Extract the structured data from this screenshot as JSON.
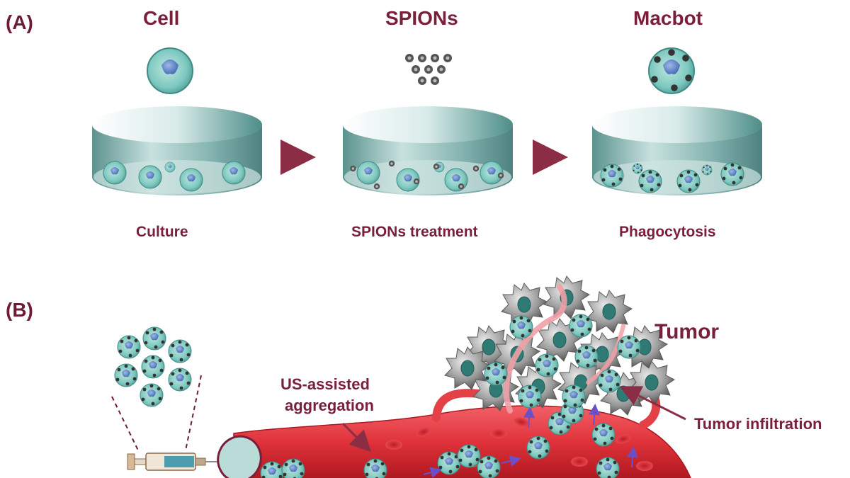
{
  "panel_a": {
    "label": "(A)",
    "stages": [
      {
        "title": "Cell",
        "caption": "Culture"
      },
      {
        "title": "SPIONs",
        "caption": "SPIONs treatment"
      },
      {
        "title": "Macbot",
        "caption": "Phagocytosis"
      }
    ]
  },
  "panel_b": {
    "label": "(B)",
    "tumor_label": "Tumor",
    "aggregation_label_line1": "US-assisted",
    "aggregation_label_line2": "aggregation",
    "infiltration_label": "Tumor infiltration"
  },
  "colors": {
    "label_text": "#7a1f3a",
    "dish_teal": "#5f9a96",
    "arrow": "#8b2d45",
    "vessel_red": "#e0323a",
    "cell_teal": "#7cc8c0",
    "tumor_gray": "#8a8a8a"
  }
}
